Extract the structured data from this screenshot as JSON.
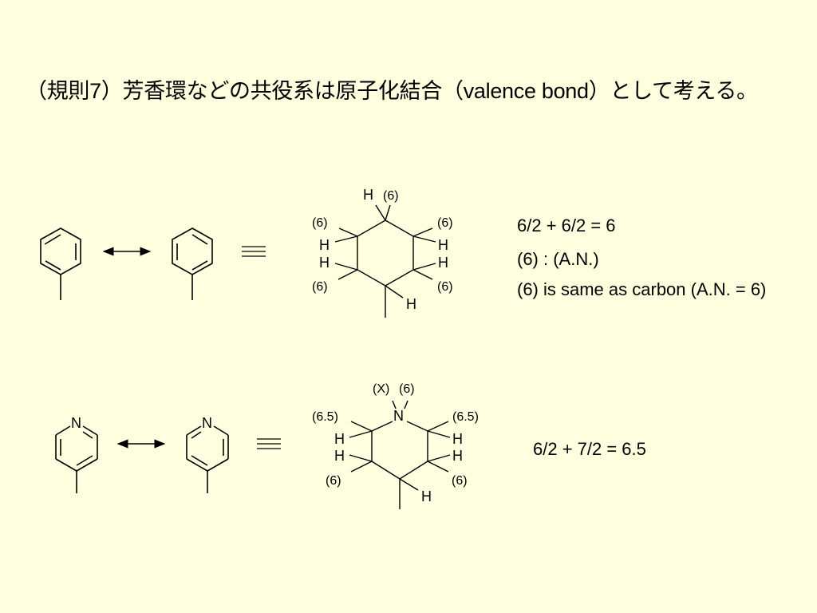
{
  "title": "（規則7）芳香環などの共役系は原子化結合（valence bond）として考える。",
  "row1": {
    "struct_labels": {
      "h_top": "H",
      "an_top": "(6)",
      "an_ul": "(6)",
      "an_ur": "(6)",
      "an_ll": "(6)",
      "an_lr": "(6)",
      "h_l1": "H",
      "h_l2": "H",
      "h_r1": "H",
      "h_r2": "H",
      "h_bottom": "H"
    },
    "equations": [
      "6/2 + 6/2 = 6",
      "(6) : (A.N.)",
      "(6) is same as carbon (A.N. = 6)"
    ]
  },
  "row2": {
    "ring_n": "N",
    "struct_labels": {
      "n_atom": "N",
      "an_x": "(X)",
      "an_n": "(6)",
      "an_ul": "(6.5)",
      "an_ur": "(6.5)",
      "an_ll": "(6)",
      "an_lr": "(6)",
      "h_l1": "H",
      "h_l2": "H",
      "h_r1": "H",
      "h_r2": "H",
      "h_bottom": "H"
    },
    "equations": [
      "6/2 + 7/2 = 6.5"
    ]
  }
}
